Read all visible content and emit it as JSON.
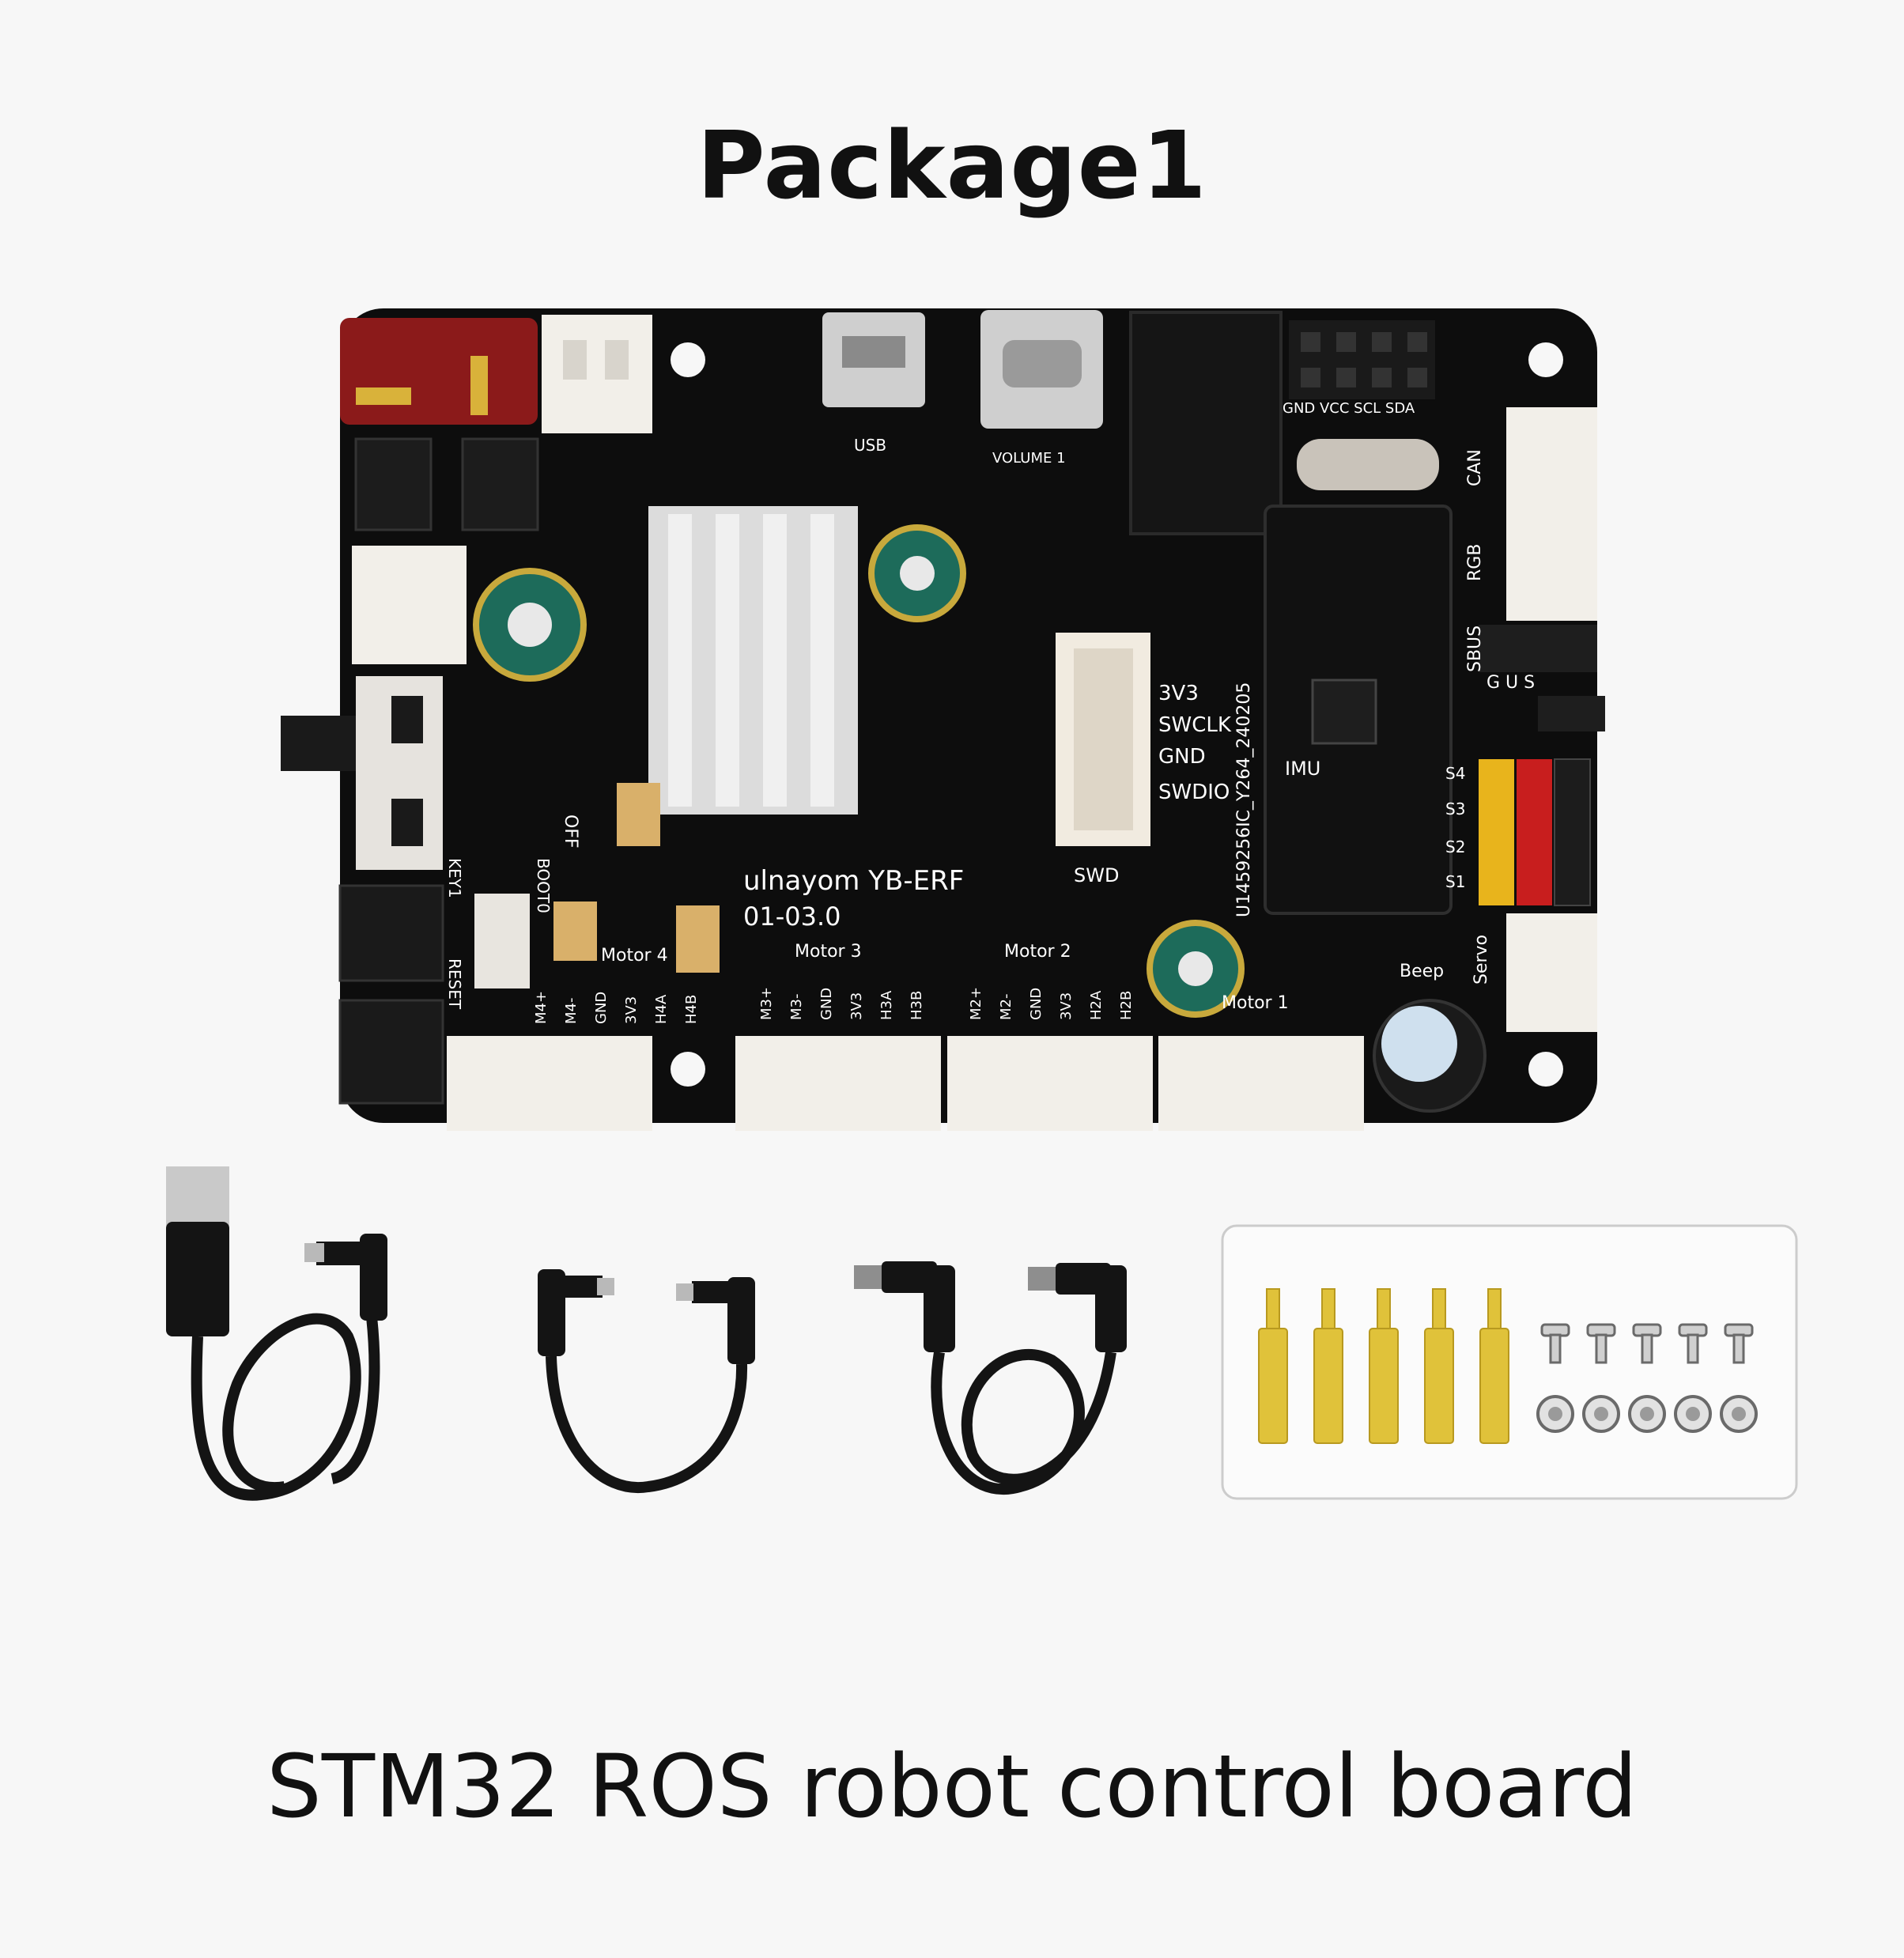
{
  "title": "Package1",
  "caption": "STM32 ROS robot control board",
  "colors": {
    "background": "#f7f7f7",
    "board": "#0d0d0d",
    "connector_white": "#f2efe9",
    "xt60_red": "#8b1a1a",
    "brass": "#e0c23a",
    "cable": "#141414"
  },
  "board": {
    "brand": "ulnayom YB-ERF",
    "version": "01-03.0",
    "swd_pins": [
      "3V3",
      "SWCLK",
      "GND",
      "SWDIO"
    ],
    "swd_label": "SWD",
    "i2c_pins": "GND VCC SCL SDA",
    "imu_label": "IMU",
    "serial_code": "U1459256IC_Y264_240205",
    "usb_label": "USB",
    "volume_label": "VOLUME 1",
    "right_labels": [
      "CAN",
      "RGB",
      "SBUS"
    ],
    "servo_pins": [
      "S4",
      "S3",
      "S2",
      "S1"
    ],
    "servo_label": "Servo",
    "beep_label": "Beep",
    "motor_labels": [
      "Motor 4",
      "Motor 3",
      "Motor 2",
      "Motor 1"
    ],
    "motor4_pins": [
      "M4+",
      "M4-",
      "GND",
      "3V3",
      "H4A",
      "H4B"
    ],
    "motor3_pins": [
      "M3+",
      "M3-",
      "GND",
      "3V3",
      "H3A",
      "H3B"
    ],
    "motor2_pins": [
      "M2+",
      "M2-",
      "GND",
      "3V3",
      "H2A",
      "H2B"
    ],
    "off_label": "OFF",
    "boot_label": "BOOT0",
    "key_label": "KEY1",
    "reset_label": "RESET",
    "gus_label": "G U S"
  }
}
